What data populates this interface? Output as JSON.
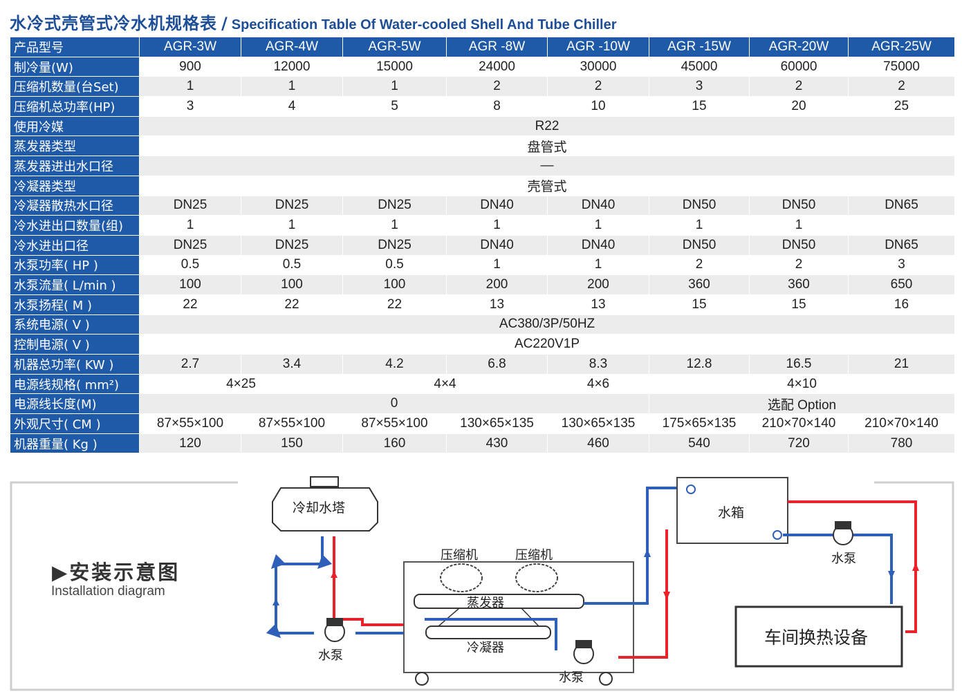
{
  "title": {
    "cn": "水冷式壳管式冷水机规格表",
    "sep": "/",
    "en": "Specification Table Of Water-cooled Shell And Tube Chiller"
  },
  "table": {
    "header_label": "产品型号",
    "models": [
      "AGR-3W",
      "AGR-4W",
      "AGR-5W",
      "AGR -8W",
      "AGR -10W",
      "AGR -15W",
      "AGR-20W",
      "AGR-25W"
    ],
    "rows": [
      {
        "label": "制冷量(W)",
        "cells": [
          {
            "v": "900"
          },
          {
            "v": "12000"
          },
          {
            "v": "15000"
          },
          {
            "v": "24000"
          },
          {
            "v": "30000"
          },
          {
            "v": "45000"
          },
          {
            "v": "60000"
          },
          {
            "v": "75000"
          }
        ]
      },
      {
        "label": "压缩机数量(台Set)",
        "cells": [
          {
            "v": "1"
          },
          {
            "v": "1"
          },
          {
            "v": "1"
          },
          {
            "v": "2"
          },
          {
            "v": "2"
          },
          {
            "v": "3"
          },
          {
            "v": "2"
          },
          {
            "v": "2"
          }
        ]
      },
      {
        "label": "压缩机总功率(HP)",
        "cells": [
          {
            "v": "3"
          },
          {
            "v": "4"
          },
          {
            "v": "5"
          },
          {
            "v": "8"
          },
          {
            "v": "10"
          },
          {
            "v": "15"
          },
          {
            "v": "20"
          },
          {
            "v": "25"
          }
        ]
      },
      {
        "label": "使用冷媒",
        "cells": [
          {
            "v": "R22",
            "span": 8
          }
        ]
      },
      {
        "label": "蒸发器类型",
        "cells": [
          {
            "v": "盘管式",
            "span": 8
          }
        ]
      },
      {
        "label": "蒸发器进出水口径",
        "cells": [
          {
            "v": "—",
            "span": 8
          }
        ]
      },
      {
        "label": "冷凝器类型",
        "cells": [
          {
            "v": "壳管式",
            "span": 8
          }
        ]
      },
      {
        "label": "冷凝器散热水口径",
        "cells": [
          {
            "v": "DN25"
          },
          {
            "v": "DN25"
          },
          {
            "v": "DN25"
          },
          {
            "v": "DN40"
          },
          {
            "v": "DN40"
          },
          {
            "v": "DN50"
          },
          {
            "v": "DN50"
          },
          {
            "v": "DN65"
          }
        ]
      },
      {
        "label": "冷水进出口数量(组)",
        "cells": [
          {
            "v": "1"
          },
          {
            "v": "1"
          },
          {
            "v": "1"
          },
          {
            "v": "1"
          },
          {
            "v": "1"
          },
          {
            "v": "1"
          },
          {
            "v": "1"
          },
          {
            "v": ""
          }
        ]
      },
      {
        "label": "冷水进出口径",
        "cells": [
          {
            "v": "DN25"
          },
          {
            "v": "DN25"
          },
          {
            "v": "DN25"
          },
          {
            "v": "DN40"
          },
          {
            "v": "DN40"
          },
          {
            "v": "DN50"
          },
          {
            "v": "DN50"
          },
          {
            "v": "DN65"
          }
        ]
      },
      {
        "label": "水泵功率( HP )",
        "cells": [
          {
            "v": "0.5"
          },
          {
            "v": "0.5"
          },
          {
            "v": "0.5"
          },
          {
            "v": "1"
          },
          {
            "v": "1"
          },
          {
            "v": "2"
          },
          {
            "v": "2"
          },
          {
            "v": "3"
          }
        ]
      },
      {
        "label": "水泵流量( L/min )",
        "cells": [
          {
            "v": "100"
          },
          {
            "v": "100"
          },
          {
            "v": "100"
          },
          {
            "v": "200"
          },
          {
            "v": "200"
          },
          {
            "v": "360"
          },
          {
            "v": "360"
          },
          {
            "v": "650"
          }
        ]
      },
      {
        "label": "水泵扬程( M )",
        "cells": [
          {
            "v": "22"
          },
          {
            "v": "22"
          },
          {
            "v": "22"
          },
          {
            "v": "13"
          },
          {
            "v": "13"
          },
          {
            "v": "15"
          },
          {
            "v": "15"
          },
          {
            "v": "16"
          }
        ]
      },
      {
        "label": "系统电源( V )",
        "cells": [
          {
            "v": "AC380/3P/50HZ",
            "span": 8
          }
        ]
      },
      {
        "label": "控制电源( V )",
        "cells": [
          {
            "v": "AC220V1P",
            "span": 8
          }
        ]
      },
      {
        "label": "机器总功率( KW )",
        "cells": [
          {
            "v": "2.7"
          },
          {
            "v": "3.4"
          },
          {
            "v": "4.2"
          },
          {
            "v": "6.8"
          },
          {
            "v": "8.3"
          },
          {
            "v": "12.8"
          },
          {
            "v": "16.5"
          },
          {
            "v": "21"
          }
        ]
      },
      {
        "label": "电源线规格( mm²)",
        "cells": [
          {
            "v": "4×25",
            "span": 2
          },
          {
            "v": "4×4",
            "span": 2
          },
          {
            "v": "4×6",
            "span": 1
          },
          {
            "v": "4×10",
            "span": 3
          }
        ]
      },
      {
        "label": "电源线长度(M)",
        "cells": [
          {
            "v": "0",
            "span": 5
          },
          {
            "v": "选配 Option",
            "span": 3
          }
        ]
      },
      {
        "label": "外观尺寸( CM )",
        "cells": [
          {
            "v": "87×55×100"
          },
          {
            "v": "87×55×100"
          },
          {
            "v": "87×55×100"
          },
          {
            "v": "130×65×135"
          },
          {
            "v": "130×65×135"
          },
          {
            "v": "175×65×135"
          },
          {
            "v": "210×70×140"
          },
          {
            "v": "210×70×140"
          }
        ]
      },
      {
        "label": "机器重量( Kg )",
        "cells": [
          {
            "v": "120"
          },
          {
            "v": "150"
          },
          {
            "v": "160"
          },
          {
            "v": "430"
          },
          {
            "v": "460"
          },
          {
            "v": "540"
          },
          {
            "v": "720"
          },
          {
            "v": "780"
          }
        ]
      }
    ]
  },
  "diagram": {
    "title": "▶安装示意图",
    "subtitle": "Installation diagram",
    "labels": {
      "cooling_tower": "冷却水塔",
      "compressor_1": "压缩机",
      "compressor_2": "压缩机",
      "evaporator": "蒸发器",
      "condenser": "冷凝器",
      "pump_left": "水泵",
      "pump_bottom": "水泵",
      "pump_right": "水泵",
      "water_tank": "水箱",
      "equipment": "车间换热设备"
    },
    "colors": {
      "hot": "#e8232b",
      "cold": "#2e5fb9",
      "header_bg": "#1f5aa9",
      "title": "#1d4e97"
    }
  }
}
